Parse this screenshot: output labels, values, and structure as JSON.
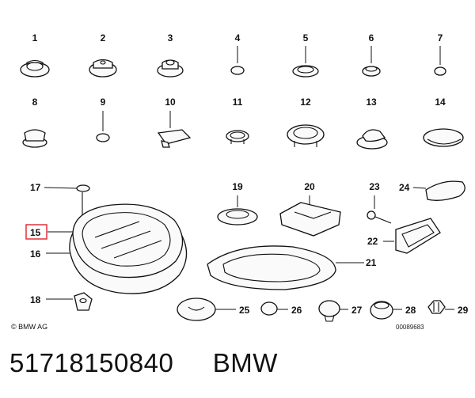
{
  "labels": {
    "p1": "1",
    "p2": "2",
    "p3": "3",
    "p4": "4",
    "p5": "5",
    "p6": "6",
    "p7": "7",
    "p8": "8",
    "p9": "9",
    "p10": "10",
    "p11": "11",
    "p12": "12",
    "p13": "13",
    "p14": "14",
    "p15": "15",
    "p16": "16",
    "p17": "17",
    "p18": "18",
    "p19": "19",
    "p20": "20",
    "p21": "21",
    "p22": "22",
    "p23": "23",
    "p24": "24",
    "p25": "25",
    "p26": "26",
    "p27": "27",
    "p28": "28",
    "p29": "29"
  },
  "copyright": "© BMW AG",
  "drawing_ref": "00089683",
  "caption": {
    "part_number": "51718150840",
    "brand": "BMW"
  },
  "colors": {
    "ink": "#111111",
    "highlight": "#e0303a"
  }
}
